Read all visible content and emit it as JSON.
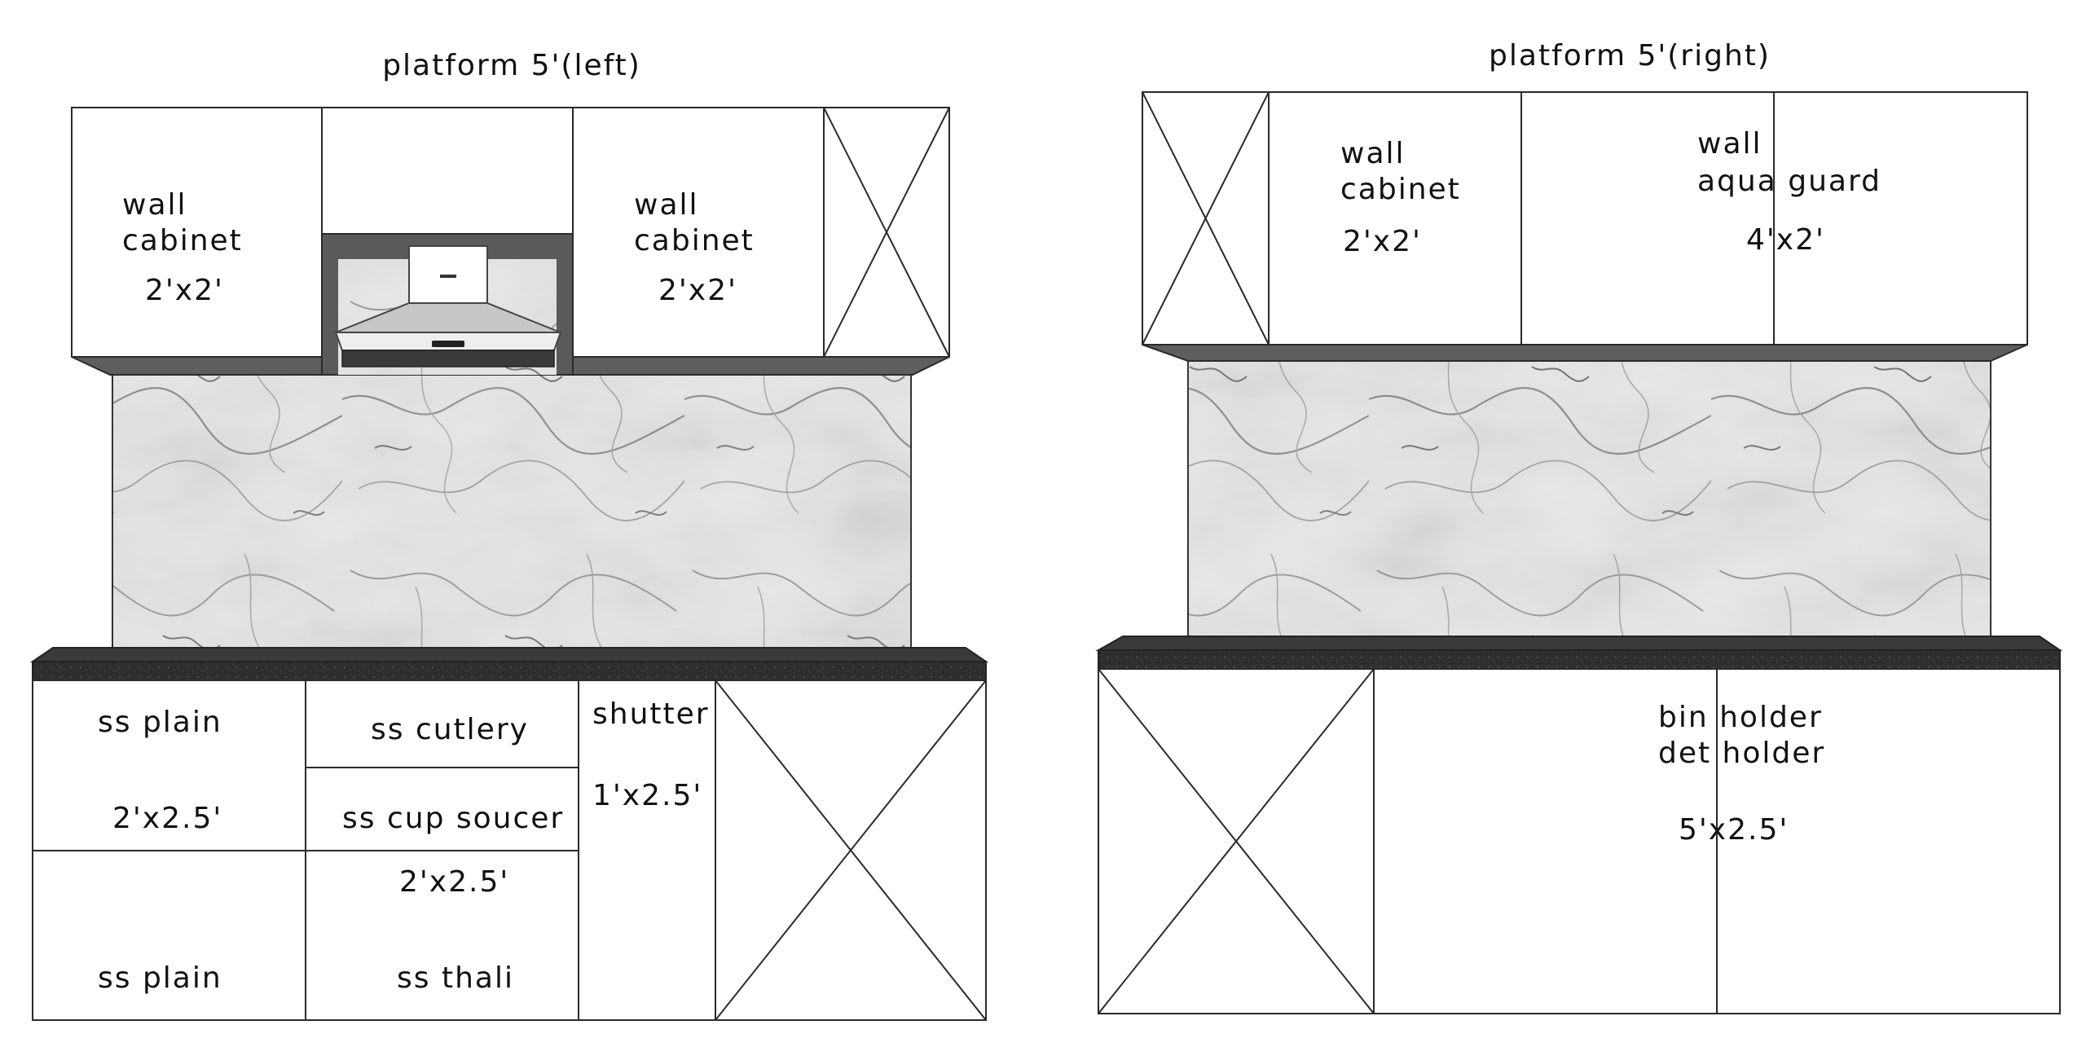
{
  "left": {
    "title": "platform 5'(left)",
    "wall_cabinet_1": {
      "line1": "wall",
      "line2": "cabinet",
      "size": "2'x2'"
    },
    "wall_cabinet_2": {
      "line1": "wall",
      "line2": "cabinet",
      "size": "2'x2'"
    },
    "base": {
      "ss_plain_top": "ss plain",
      "ss_plain_size": "2'x2.5'",
      "ss_plain_bottom": "ss plain",
      "ss_cutlery": "ss cutlery",
      "ss_cup_soucer": "ss cup soucer",
      "mid_size": "2'x2.5'",
      "ss_thali": "ss thali",
      "shutter": "shutter",
      "shutter_size": "1'x2.5'"
    }
  },
  "right": {
    "title": "platform 5'(right)",
    "wall_cabinet": {
      "line1": "wall",
      "line2": "cabinet",
      "size": "2'x2'"
    },
    "aqua_guard": {
      "line1": "wall",
      "line2": "aqua guard",
      "size": "4'x2'"
    },
    "base": {
      "line1": "bin holder",
      "line2": "det holder",
      "size": "5'x2.5'"
    }
  },
  "colors": {
    "line": "#2a2a2a",
    "cabinet_fill": "#ffffff",
    "cabinet_shadow": "#5e5e5e",
    "counter_top": "#2e2e2e",
    "marble_base": "#e3e3e3",
    "vein": "#8a8a8a"
  }
}
